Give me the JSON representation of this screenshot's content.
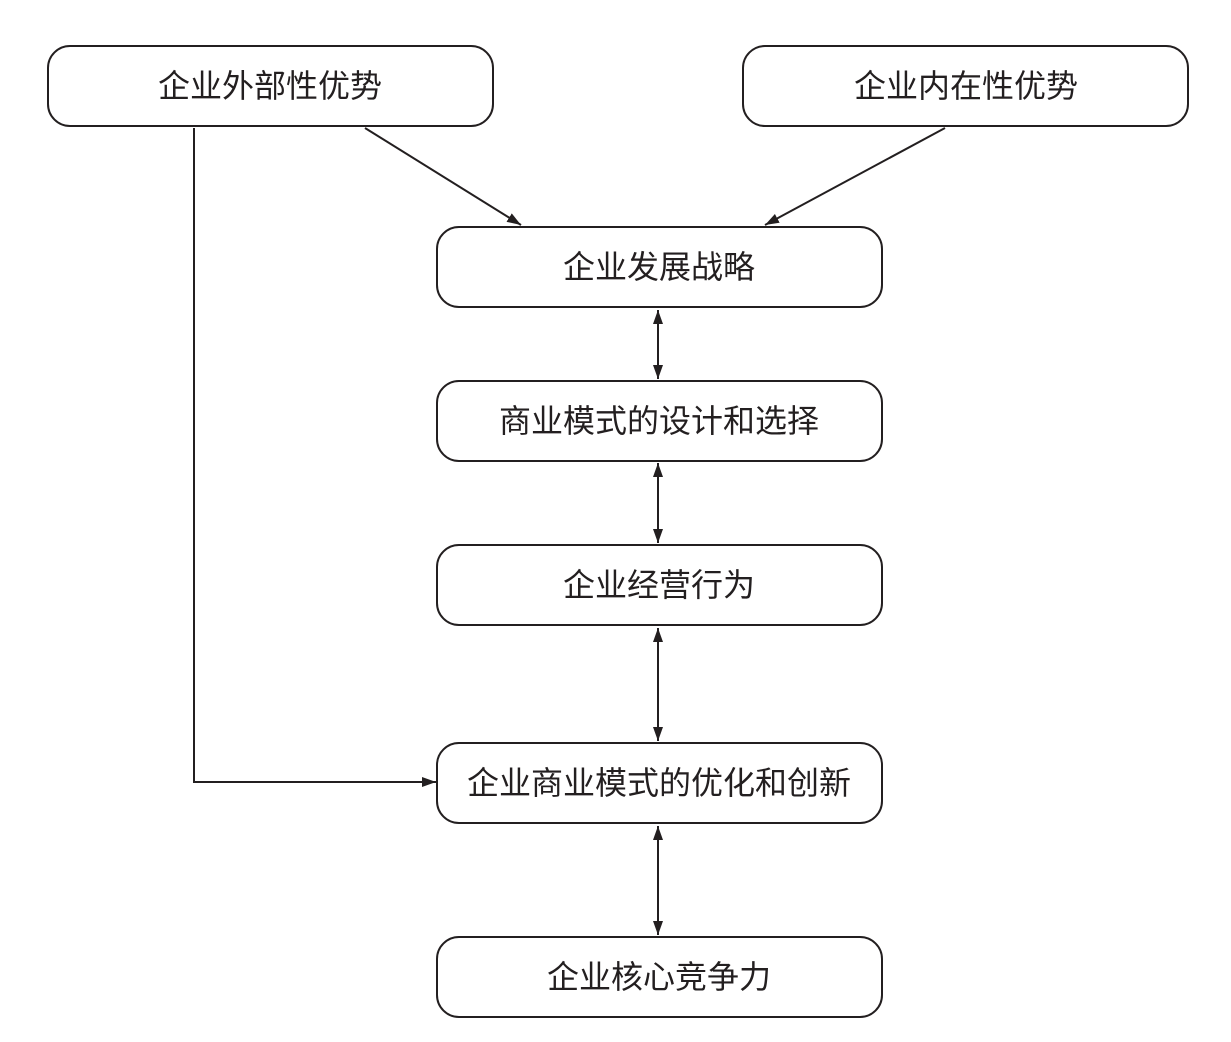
{
  "diagram": {
    "nodes": {
      "external": "企业外部性优势",
      "internal": "企业内在性优势",
      "strategy": "企业发展战略",
      "design": "商业模式的设计和选择",
      "behavior": "企业经营行为",
      "innovation": "企业商业模式的优化和创新",
      "competitiveness": "企业核心竞争力"
    },
    "edges": [
      {
        "from": "external",
        "to": "strategy",
        "direction": "forward"
      },
      {
        "from": "internal",
        "to": "strategy",
        "direction": "forward"
      },
      {
        "from": "strategy",
        "to": "design",
        "direction": "both"
      },
      {
        "from": "design",
        "to": "behavior",
        "direction": "both"
      },
      {
        "from": "behavior",
        "to": "innovation",
        "direction": "both"
      },
      {
        "from": "external",
        "to": "innovation",
        "direction": "forward"
      },
      {
        "from": "innovation",
        "to": "competitiveness",
        "direction": "both"
      }
    ],
    "colors": {
      "stroke": "#231f20",
      "fill": "#ffffff"
    }
  }
}
